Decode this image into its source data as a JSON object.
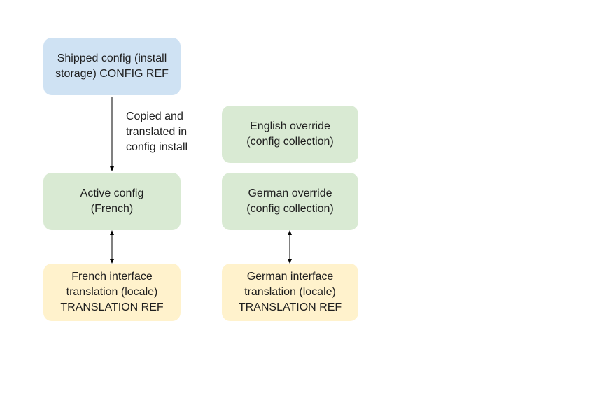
{
  "nodes": {
    "shipped": "Shipped config (install\nstorage) CONFIG REF",
    "active": "Active config\n(French)",
    "french_translation": "French interface\ntranslation (locale)\nTRANSLATION REF",
    "english_override": "English override\n(config collection)",
    "german_override": "German override\n(config collection)",
    "german_translation": "German interface\ntranslation (locale)\nTRANSLATION REF"
  },
  "edges": {
    "shipped_to_active_label": "Copied and\ntranslated in\nconfig install"
  },
  "colors": {
    "blue": "#cfe2f3",
    "green": "#d9ead3",
    "yellow": "#fff2cc",
    "line": "#000000"
  }
}
